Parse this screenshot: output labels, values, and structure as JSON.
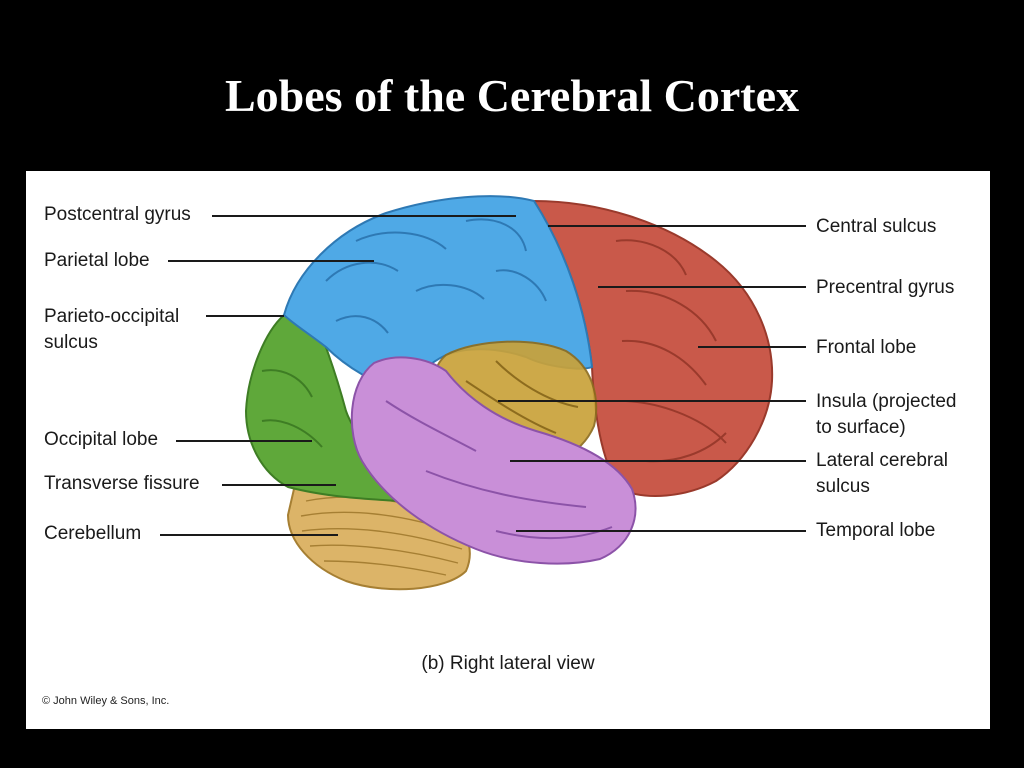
{
  "slide": {
    "title": "Lobes of the Cerebral Cortex"
  },
  "figure": {
    "labels_left": {
      "postcentral_gyrus": "Postcentral gyrus",
      "parietal_lobe": "Parietal lobe",
      "parieto_occipital_sulcus_line1": "Parieto-occipital",
      "parieto_occipital_sulcus_line2": "sulcus",
      "occipital_lobe": "Occipital lobe",
      "transverse_fissure": "Transverse fissure",
      "cerebellum": "Cerebellum"
    },
    "labels_right": {
      "central_sulcus": "Central sulcus",
      "precentral_gyrus": "Precentral gyrus",
      "frontal_lobe": "Frontal lobe",
      "insula_line1": "Insula (projected",
      "insula_line2": "to surface)",
      "lateral_cerebral_sulcus_line1": "Lateral cerebral",
      "lateral_cerebral_sulcus_line2": "sulcus",
      "temporal_lobe": "Temporal lobe"
    },
    "caption": "(b) Right lateral view",
    "copyright": "© John Wiley & Sons, Inc.",
    "colors": {
      "parietal": "#4fa9e6",
      "frontal": "#c9594a",
      "occipital": "#5fa83a",
      "temporal": "#c98fd8",
      "insula": "#c9a23a",
      "cerebellum": "#dcb468",
      "leader_line": "#1a1a1a"
    }
  }
}
